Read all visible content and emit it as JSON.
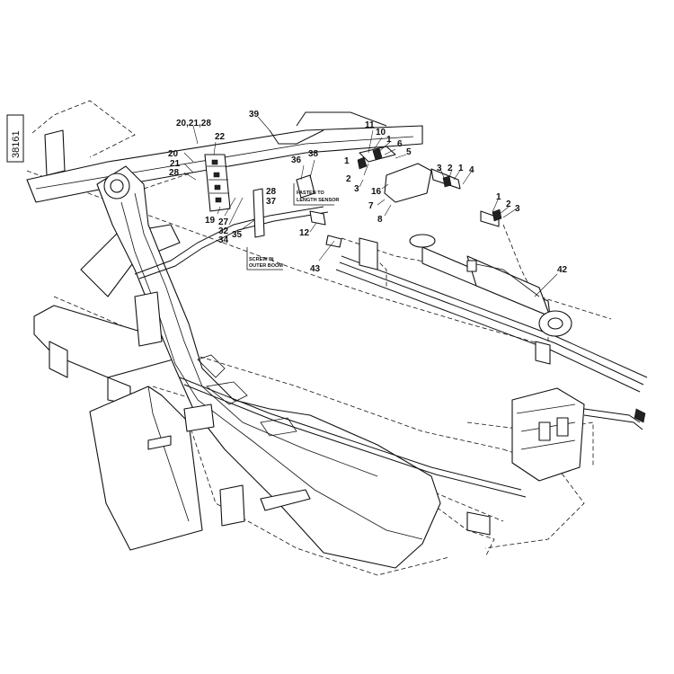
{
  "drawing": {
    "id_tag": "38161",
    "callouts": {
      "c_20_21_28_group": "20,21,28",
      "c_22": "22",
      "c_20": "20",
      "c_21": "21",
      "c_28a": "28",
      "c_19": "19",
      "c_27": "27",
      "c_32": "32",
      "c_34": "34",
      "c_35": "35",
      "c_28b": "28",
      "c_37": "37",
      "c_39": "39",
      "c_36": "36",
      "c_38": "38",
      "c_12": "12",
      "c_43": "43",
      "c_11": "11",
      "c_10": "10",
      "c_1a": "1",
      "c_6": "6",
      "c_5": "5",
      "c_1b": "1",
      "c_2a": "2",
      "c_3a": "3",
      "c_16": "16",
      "c_7": "7",
      "c_8": "8",
      "c_3b": "3",
      "c_2b": "2",
      "c_1c": "1",
      "c_4": "4",
      "c_1d": "1",
      "c_2c": "2",
      "c_3c": "3",
      "c_42": "42"
    },
    "notes": {
      "screw_line1": "SCREW IN",
      "screw_line2": "OUTER BOOM",
      "fasten_line1": "FASTEN TO",
      "fasten_line2": "LENGTH SENSOR"
    }
  }
}
